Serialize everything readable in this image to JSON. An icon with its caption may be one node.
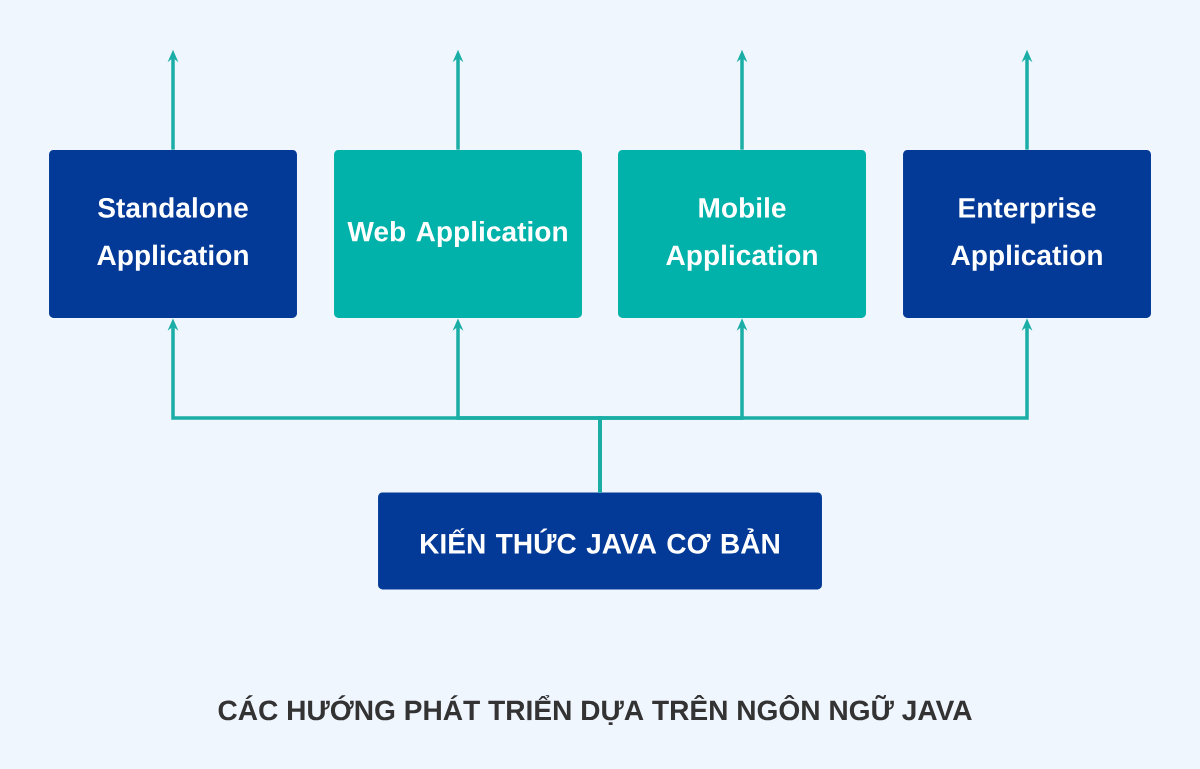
{
  "diagram": {
    "caption": "CÁC HƯỚNG PHÁT TRIỂN DỰA TRÊN NGÔN NGỮ JAVA",
    "nodes": [
      {
        "text": [
          "Standalone Application"
        ]
      },
      {
        "text": [
          "Web Application"
        ]
      },
      {
        "text": [
          "Mobile Application"
        ]
      },
      {
        "text": [
          "Enterprise Application"
        ]
      },
      {
        "text": [
          "KIẾN THỨC JAVA CƠ BẢN"
        ]
      }
    ],
    "edges": [
      {
        "from": 4,
        "to": 0,
        "arrow": "to"
      },
      {
        "from": 4,
        "to": 1,
        "arrow": "to"
      },
      {
        "from": 4,
        "to": 2,
        "arrow": "to"
      },
      {
        "from": 4,
        "to": 3,
        "arrow": "to"
      },
      {
        "from": 0,
        "to": null,
        "arrow": "to"
      },
      {
        "from": 1,
        "to": null,
        "arrow": "to"
      },
      {
        "from": 2,
        "to": null,
        "arrow": "to"
      },
      {
        "from": 3,
        "to": null,
        "arrow": "to"
      }
    ]
  }
}
